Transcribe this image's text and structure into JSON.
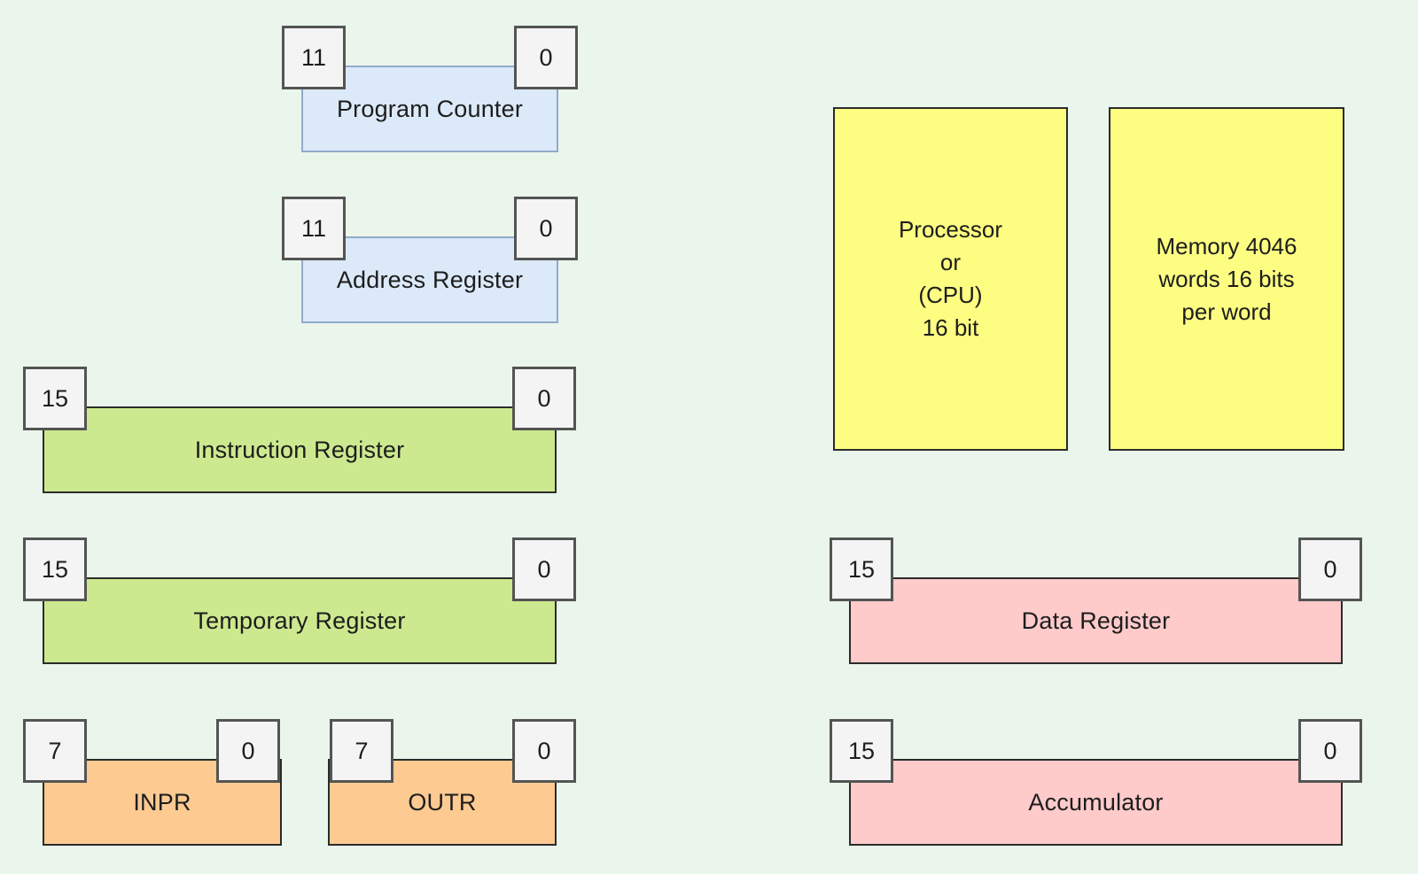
{
  "palette": {
    "background": "#eaf6eb",
    "blue_fill": "#dbe9f8",
    "blue_border": "#90aacb",
    "green_fill": "#cde98f",
    "orange_fill": "#fdca92",
    "pink_fill": "#fecaca",
    "yellow_fill": "#fdfd82",
    "dark_border": "#2b2b2b",
    "bit_fill": "#f4f4f4",
    "bit_border": "#545454",
    "text": "#1d1d1d"
  },
  "registers": [
    {
      "id": "program-counter",
      "label": "Program Counter",
      "high_bit": "11",
      "low_bit": "0"
    },
    {
      "id": "address-register",
      "label": "Address Register",
      "high_bit": "11",
      "low_bit": "0"
    },
    {
      "id": "instruction-register",
      "label": "Instruction Register",
      "high_bit": "15",
      "low_bit": "0"
    },
    {
      "id": "temporary-register",
      "label": "Temporary Register",
      "high_bit": "15",
      "low_bit": "0"
    },
    {
      "id": "inpr",
      "label": "INPR",
      "high_bit": "7",
      "low_bit": "0"
    },
    {
      "id": "outr",
      "label": "OUTR",
      "high_bit": "7",
      "low_bit": "0"
    },
    {
      "id": "data-register",
      "label": "Data Register",
      "high_bit": "15",
      "low_bit": "0"
    },
    {
      "id": "accumulator",
      "label": "Accumulator",
      "high_bit": "15",
      "low_bit": "0"
    }
  ],
  "blocks": [
    {
      "id": "cpu",
      "lines": [
        "Processor",
        "or",
        "(CPU)",
        "16 bit"
      ]
    },
    {
      "id": "memory",
      "lines": [
        "Memory 4046",
        "words 16 bits",
        "per word"
      ]
    }
  ]
}
